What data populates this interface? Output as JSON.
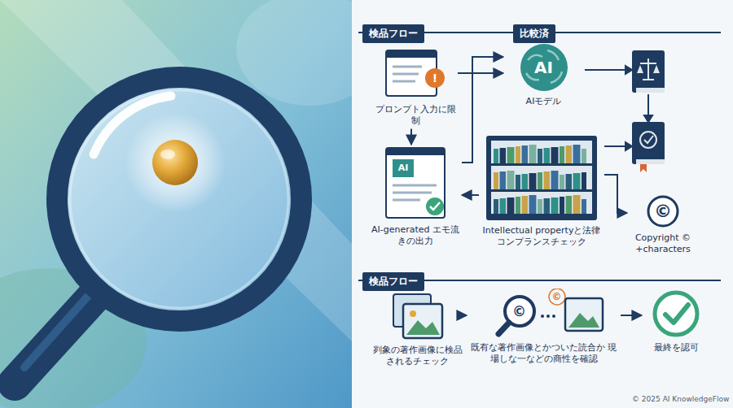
{
  "diagram": {
    "nodes": [
      {
        "text": [
          "!",
          "プロンプト入力に限制"
        ]
      },
      {
        "text": [
          "AI",
          "AIモデル"
        ]
      },
      {
        "text": [
          "AI",
          "AI-generated エモ流きの出力"
        ]
      },
      {
        "text": [
          "Intellectual propertyと法律コンプランスチェック"
        ]
      },
      {
        "text": [
          "©",
          "Copyright © +characters"
        ]
      },
      {
        "text": [
          "刿象の著作画像に検品されるチェック"
        ]
      },
      {
        "text": [
          "©",
          "©",
          "既有な著作画像とかついた読合か 現場しな一などの商性を確認"
        ]
      },
      {
        "text": [
          "最終を認可"
        ]
      }
    ],
    "edges": [
      {
        "from": 0,
        "to": 1,
        "arrow": "to"
      },
      {
        "from": 0,
        "to": 2,
        "arrow": "to"
      },
      {
        "from": 2,
        "to": 1,
        "arrow": "to"
      },
      {
        "from": 3,
        "to": 2,
        "arrow": "to"
      },
      {
        "from": 3,
        "to": 4,
        "arrow": "to"
      },
      {
        "from": 5,
        "to": 6,
        "arrow": "to"
      },
      {
        "from": 6,
        "to": 7,
        "arrow": "to"
      }
    ],
    "labels": [
      "検品フロー",
      "比較済",
      "検品フロー",
      "© 2025 AI KnowledgeFlow"
    ]
  }
}
